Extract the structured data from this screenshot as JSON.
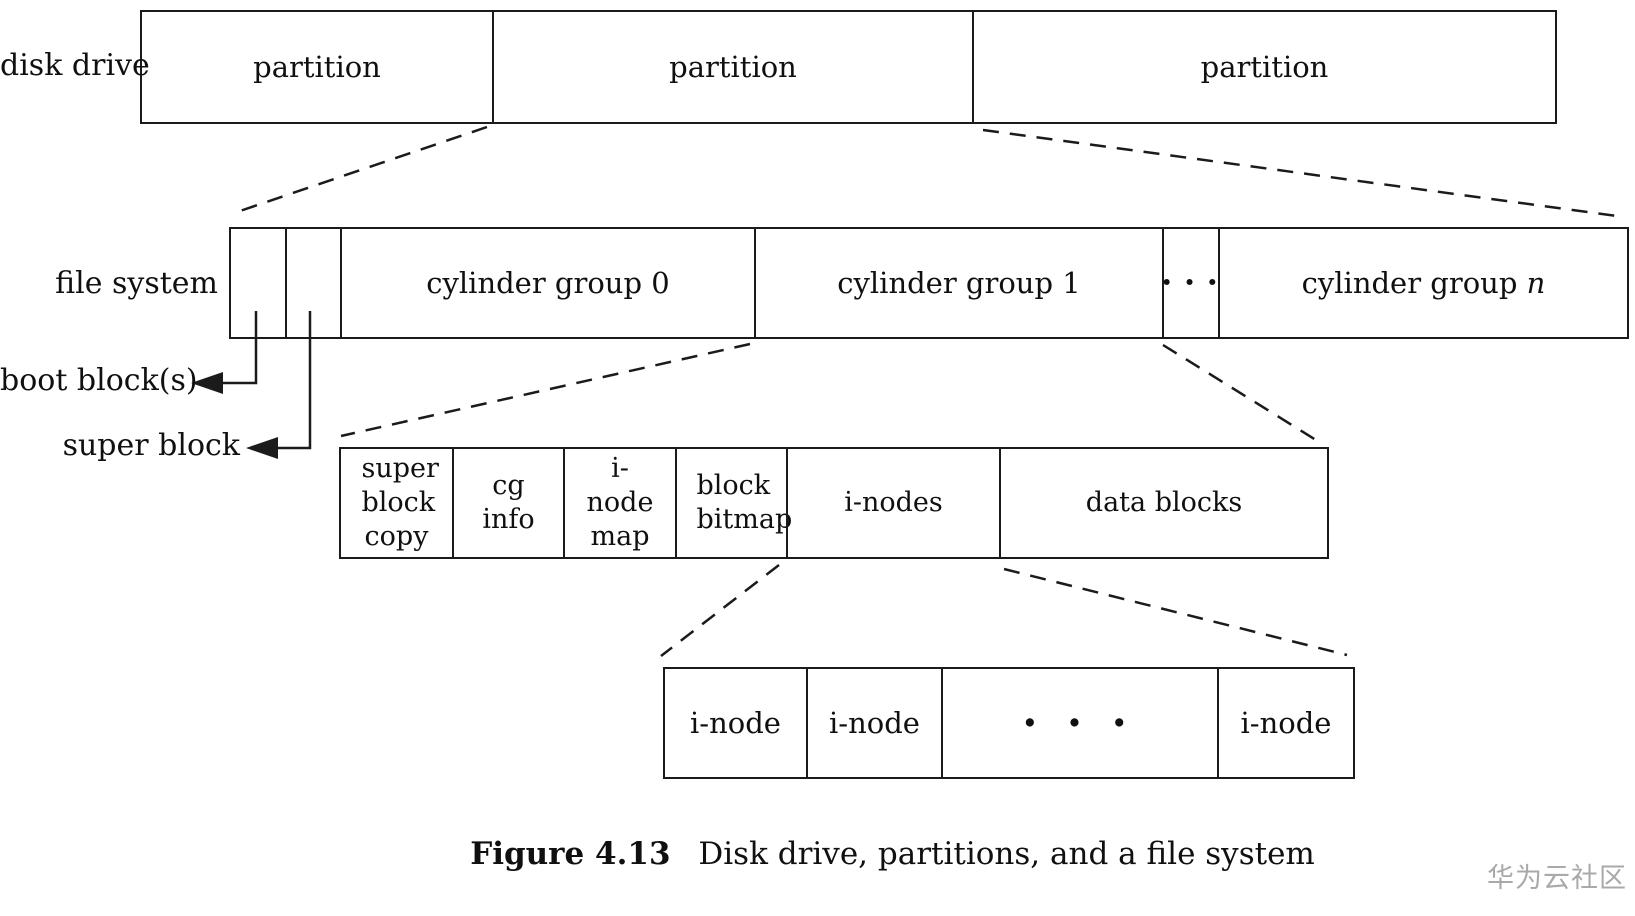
{
  "colors": {
    "line": "#1b1b1b",
    "text": "#101010",
    "watermark": "#a9a9a9",
    "background": "#ffffff"
  },
  "labels": {
    "disk_drive": "disk drive",
    "file_system": "file system",
    "boot_blocks": "boot block(s)",
    "super_block": "super block"
  },
  "disk_drive_row": {
    "partitions": [
      "partition",
      "partition",
      "partition"
    ]
  },
  "file_system_row": {
    "cylinder_group_0": "cylinder group 0",
    "cylinder_group_1": "cylinder group 1",
    "ellipsis": "• • •",
    "cylinder_group_n_prefix": "cylinder group ",
    "cylinder_group_n_var": "n"
  },
  "cylinder_group_row": {
    "cells": [
      "super block copy",
      "cg info",
      "i-node map",
      "block bitmap",
      "i-nodes",
      "data blocks"
    ]
  },
  "inode_row": {
    "cells": [
      "i-node",
      "i-node",
      "• • •",
      "i-node"
    ]
  },
  "caption": {
    "figure_number": "Figure 4.13",
    "title": "Disk drive, partitions, and a file system"
  },
  "watermark": "华为云社区"
}
